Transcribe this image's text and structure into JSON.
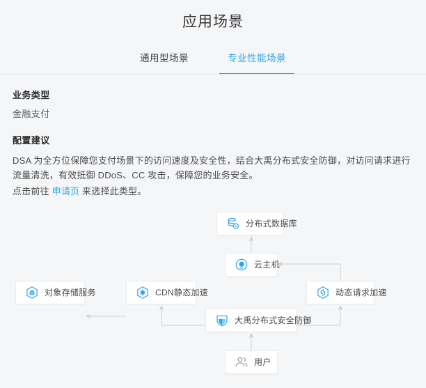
{
  "page": {
    "title": "应用场景",
    "background_color": "#f5f6f8"
  },
  "tabs": {
    "items": [
      {
        "label": "通用型场景",
        "active": false
      },
      {
        "label": "专业性能场景",
        "active": true
      }
    ],
    "active_color": "#28a8ea",
    "inactive_color": "#444444"
  },
  "details": {
    "business_type_heading": "业务类型",
    "business_type_value": "金融支付",
    "config_heading": "配置建议",
    "config_paragraph": "DSA 为全方位保障您支付场景下的访问速度及安全性，结合大禹分布式安全防御，对访问请求进行流量清洗，有效抵御 DDoS、CC 攻击，保障您的业务安全。",
    "link_prefix": "点击前往 ",
    "link_text": "申请页",
    "link_suffix": " 来选择此类型。",
    "link_color": "#28a8ea"
  },
  "diagram": {
    "node_colors": {
      "service": "#29a4f0",
      "user": "#9a9da3"
    },
    "nodes": [
      {
        "id": "db",
        "label": "分布式数据库",
        "icon": "database-gear-icon",
        "color": "#29a4f0"
      },
      {
        "id": "host",
        "label": "云主机",
        "icon": "cloud-host-icon",
        "color": "#29a4f0"
      },
      {
        "id": "dyn",
        "label": "动态请求加速",
        "icon": "dynamic-accel-icon",
        "color": "#29a4f0"
      },
      {
        "id": "cdn",
        "label": "CDN静态加速",
        "icon": "cdn-accel-icon",
        "color": "#29a4f0"
      },
      {
        "id": "oss",
        "label": "对象存储服务",
        "icon": "object-storage-icon",
        "color": "#29a4f0"
      },
      {
        "id": "shield",
        "label": "大禹分布式安全防御",
        "icon": "shield-icon",
        "color": "#29a4f0"
      },
      {
        "id": "user",
        "label": "用户",
        "icon": "users-icon",
        "color": "#9a9da3"
      }
    ],
    "edges": [
      {
        "from": "host",
        "to": "db"
      },
      {
        "from": "dyn",
        "to": "host"
      },
      {
        "from": "cdn",
        "to": "oss"
      },
      {
        "from": "shield",
        "to": "cdn"
      },
      {
        "from": "shield",
        "to": "dyn"
      },
      {
        "from": "user",
        "to": "shield"
      }
    ]
  }
}
